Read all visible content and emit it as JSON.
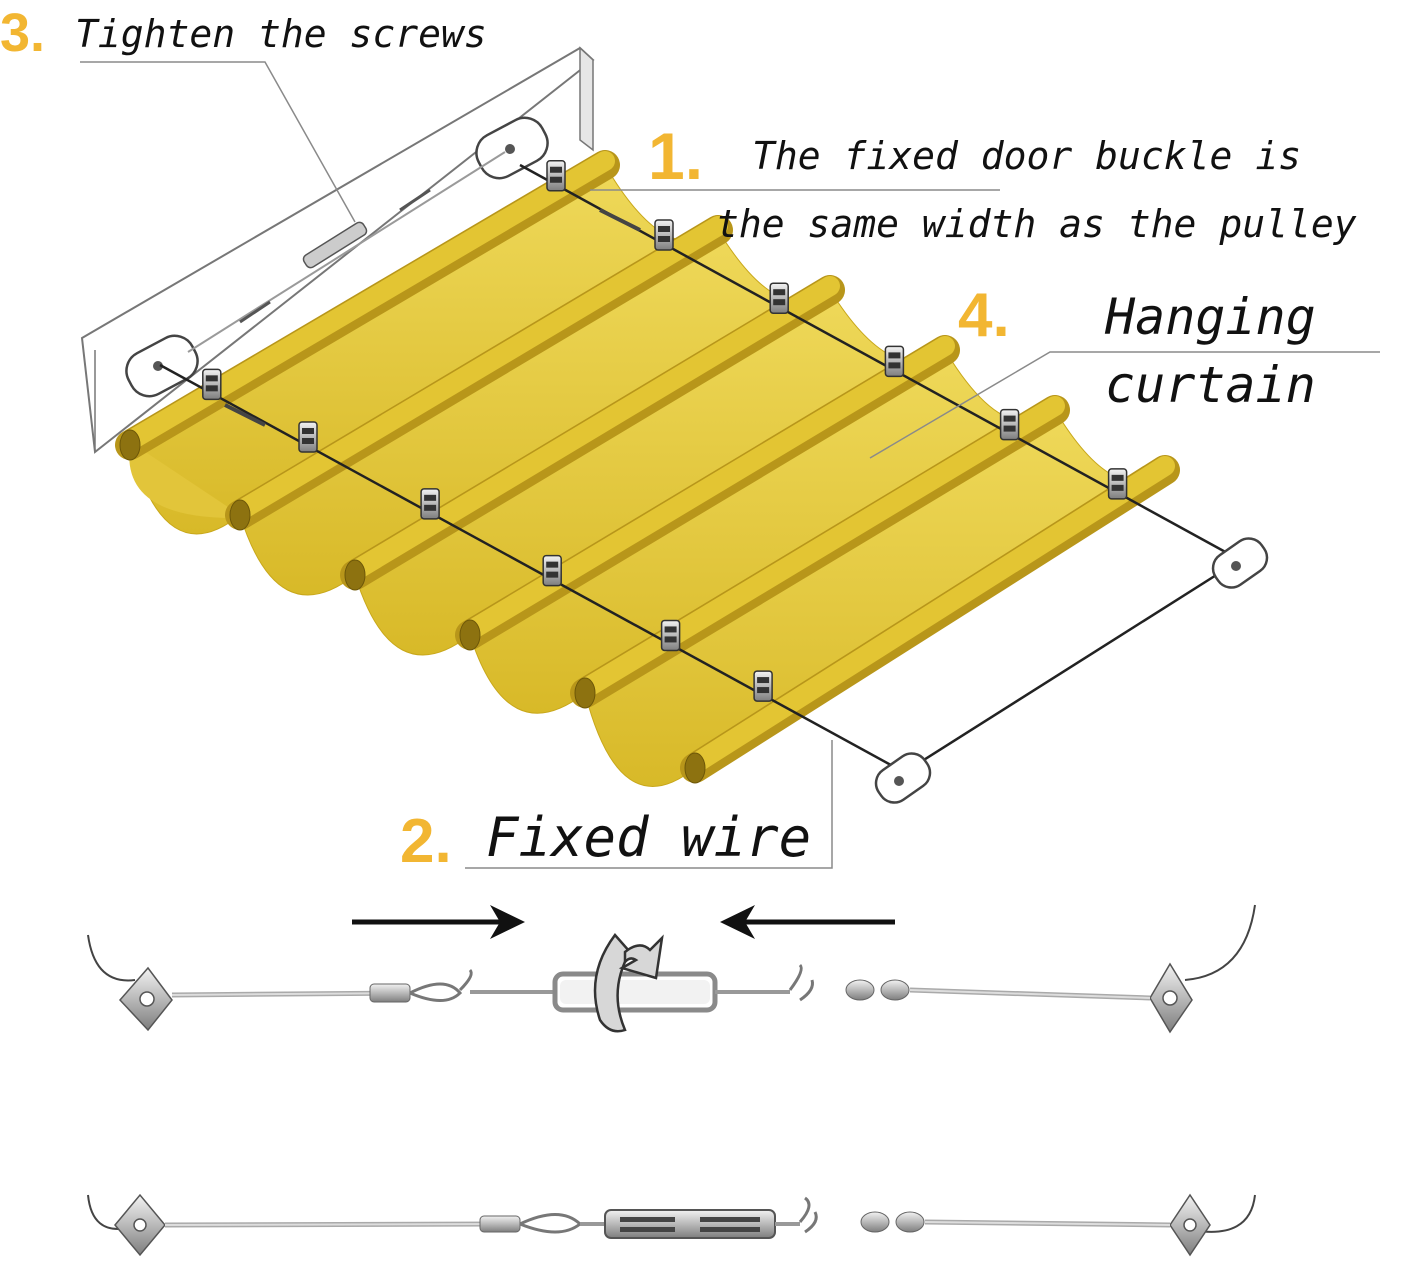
{
  "colors": {
    "accent_number": "#f2b632",
    "fabric": "#e8cf40",
    "fabric_dark": "#c9a71c",
    "rod": "#d9ba1e",
    "hardware": "#9a9a9a",
    "wire": "#222222",
    "leader_line": "#888888"
  },
  "labels": {
    "step3": {
      "number": "3.",
      "text": "Tighten the screws"
    },
    "step1": {
      "number": "1.",
      "line1": "The fixed door buckle is",
      "line2": "the same width as the pulley"
    },
    "step4": {
      "number": "4.",
      "line1": "Hanging",
      "line2": "curtain"
    },
    "step2": {
      "number": "2.",
      "text": "Fixed wire"
    }
  },
  "icons": {
    "arrow_right": "arrow-right-icon",
    "arrow_left": "arrow-left-icon",
    "rotate": "rotate-arrow-icon"
  }
}
